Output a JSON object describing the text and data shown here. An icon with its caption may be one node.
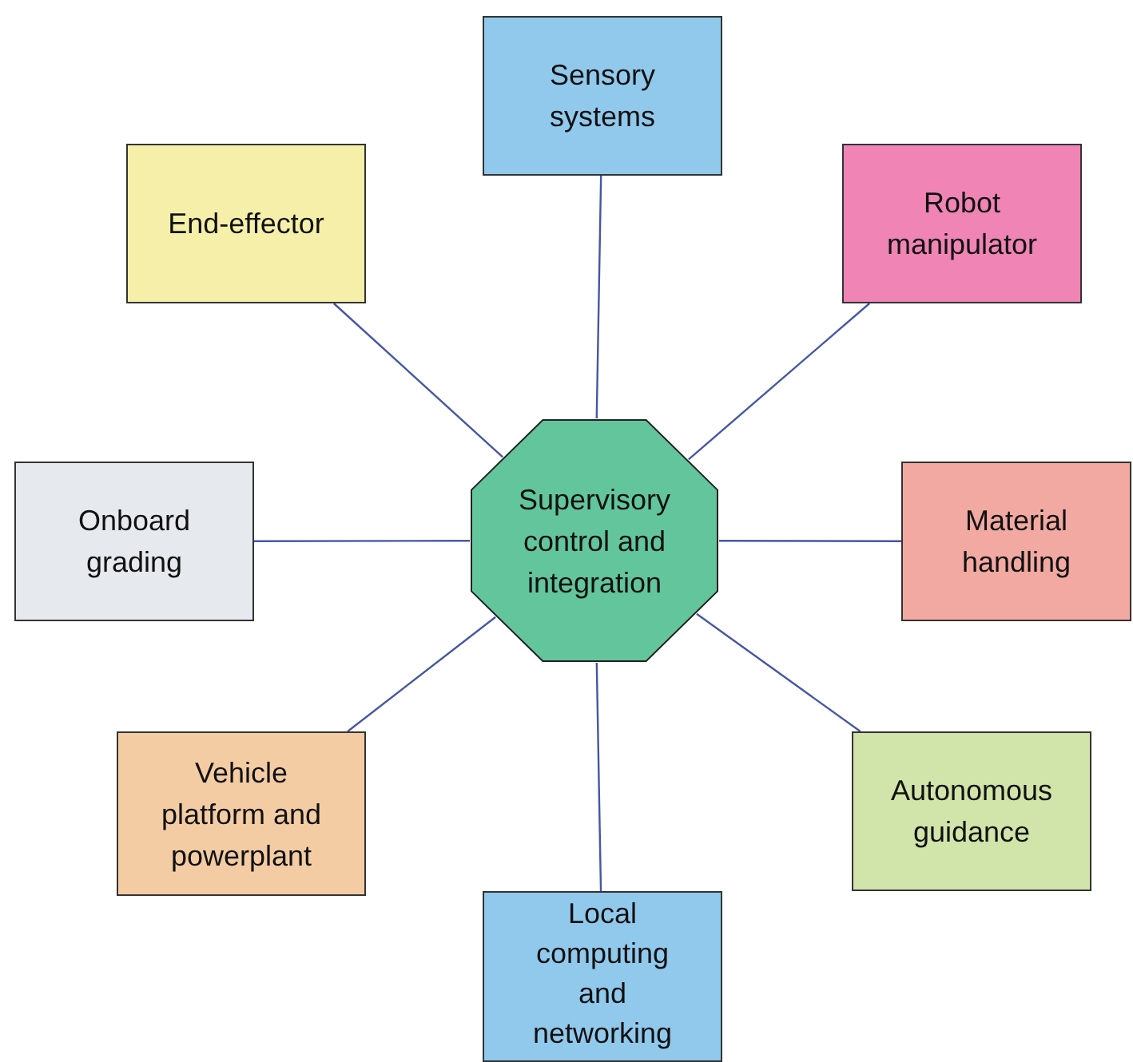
{
  "diagram": {
    "nodes": [
      {
        "text": [
          "Sensory systems"
        ]
      },
      {
        "text": [
          "End-effector"
        ]
      },
      {
        "text": [
          "Robot manipulator"
        ]
      },
      {
        "text": [
          "Onboard grading"
        ]
      },
      {
        "text": [
          "Supervisory control and integration"
        ]
      },
      {
        "text": [
          "Material handling"
        ]
      },
      {
        "text": [
          "Vehicle platform and powerplant"
        ]
      },
      {
        "text": [
          "Autonomous guidance"
        ]
      },
      {
        "text": [
          "Local computing and networking"
        ]
      }
    ],
    "edges": [
      {
        "from": 4,
        "to": 0,
        "arrow": "none"
      },
      {
        "from": 4,
        "to": 1,
        "arrow": "none"
      },
      {
        "from": 4,
        "to": 2,
        "arrow": "none"
      },
      {
        "from": 4,
        "to": 3,
        "arrow": "none"
      },
      {
        "from": 4,
        "to": 5,
        "arrow": "none"
      },
      {
        "from": 4,
        "to": 6,
        "arrow": "none"
      },
      {
        "from": 4,
        "to": 7,
        "arrow": "none"
      },
      {
        "from": 4,
        "to": 8,
        "arrow": "none"
      }
    ]
  }
}
